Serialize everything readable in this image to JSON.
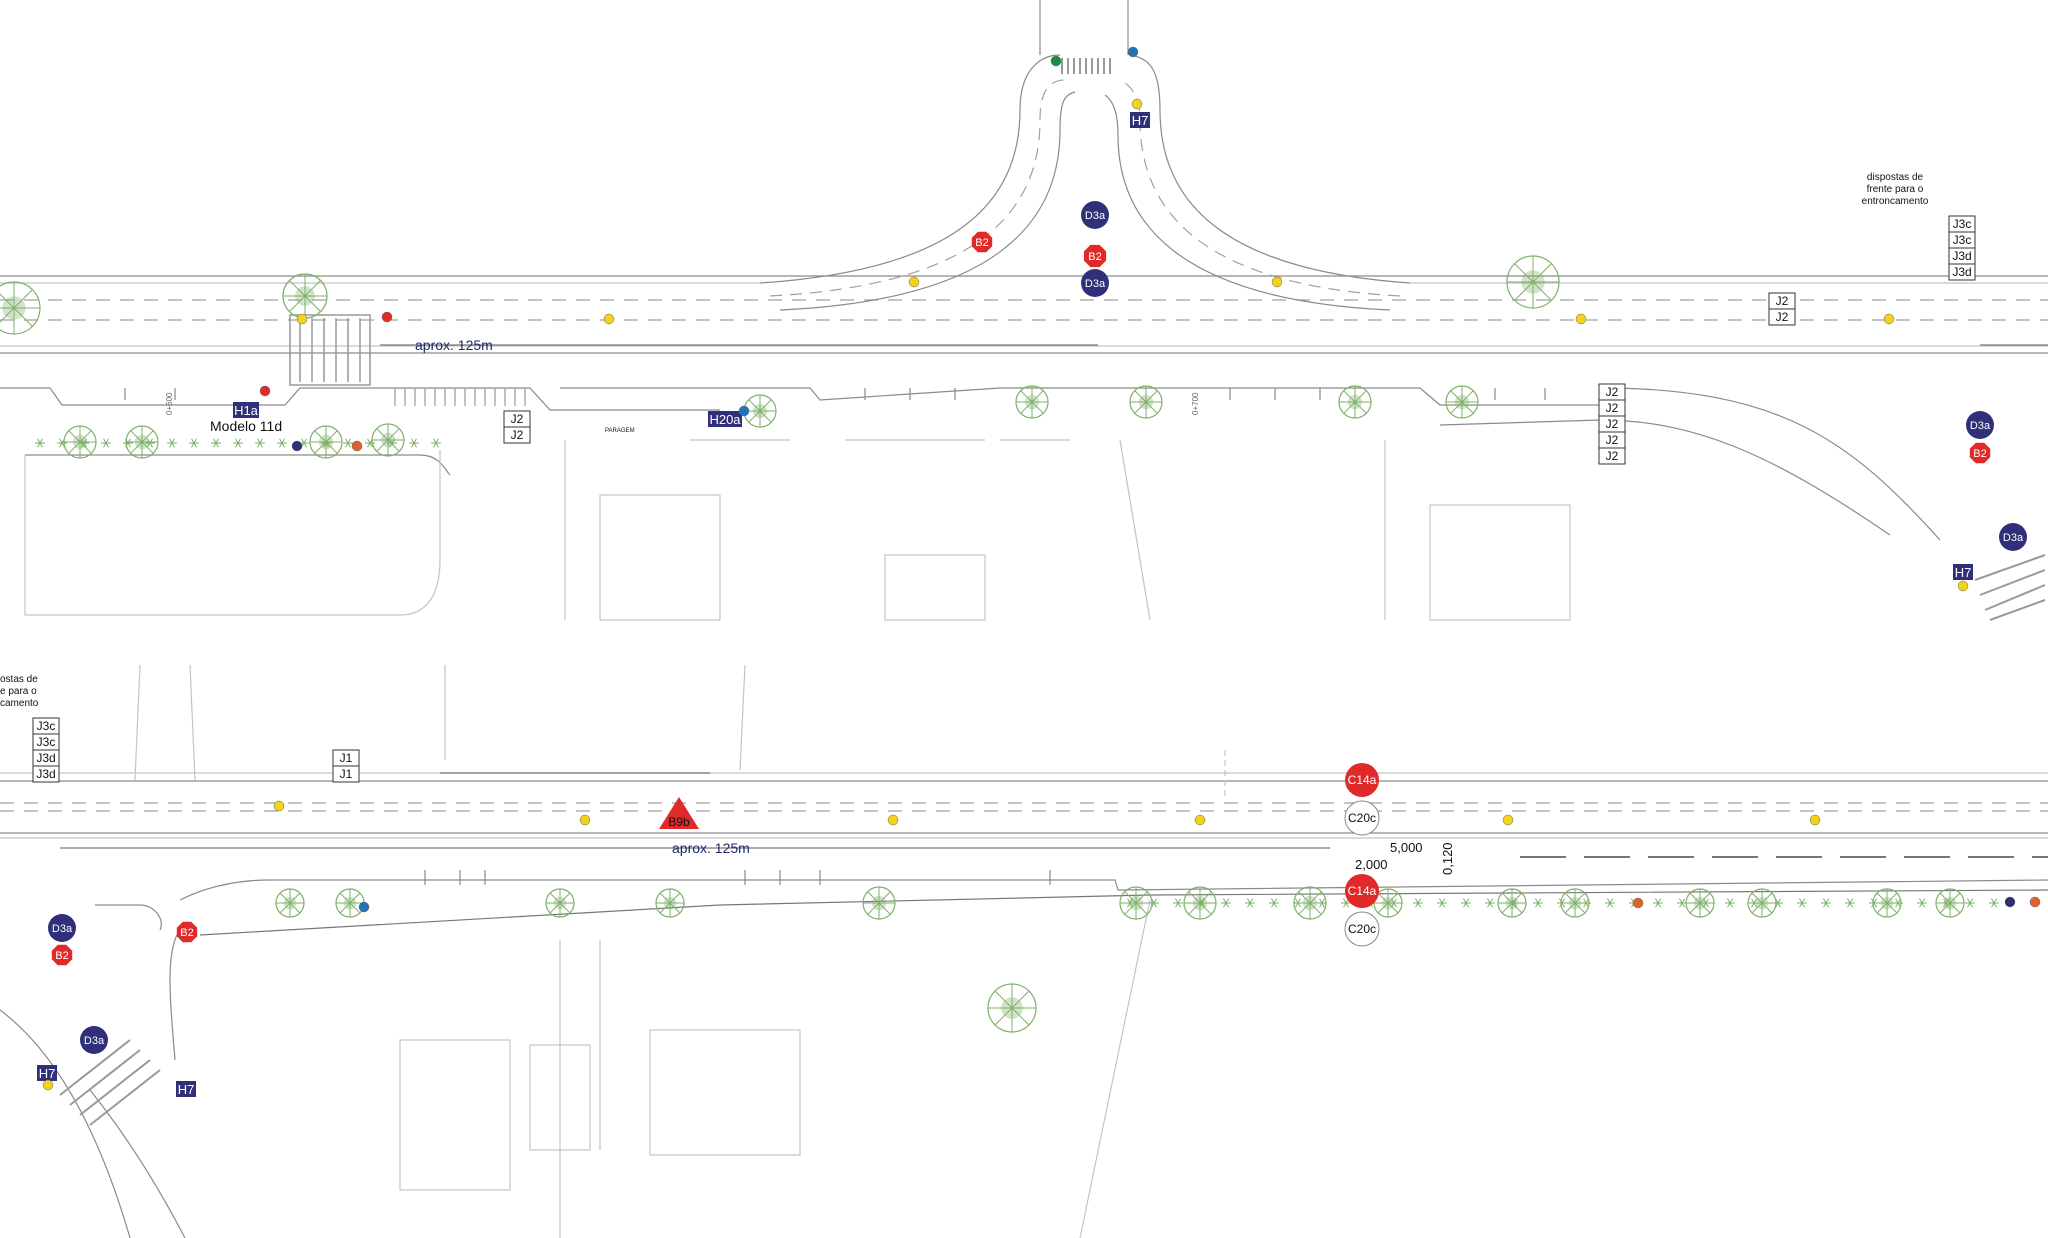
{
  "colors": {
    "line": "#8a8a8a",
    "line_light": "#c4c4c4",
    "navy": "#2f2f7a",
    "red": "#e02a2a",
    "yellow": "#f2d21b",
    "blue": "#1f73b7",
    "green": "#1a8a4a",
    "orange": "#e2612b",
    "tree": "#7fb069"
  },
  "labels": {
    "dist_top": "aprox. 125m",
    "dist_bottom": "aprox. 125m",
    "modelo": "Modelo 11d",
    "note_top": [
      "dispostas de",
      "frente para o",
      "entroncamento"
    ],
    "note_left": [
      "ostas de",
      "e para o",
      "camento"
    ],
    "dim_5000": "5,000",
    "dim_2000": "2,000",
    "dim_0120": "0,120",
    "paragem": "PARAGEM",
    "chainage_1": "0+600",
    "chainage_2": "0+700"
  },
  "signs_circle": [
    {
      "text": "D3a",
      "kind": "navy"
    },
    {
      "text": "B2",
      "kind": "red"
    },
    {
      "text": "D3a",
      "kind": "navy"
    },
    {
      "text": "D3a",
      "kind": "navy"
    },
    {
      "text": "B2",
      "kind": "red"
    },
    {
      "text": "D3a",
      "kind": "navy"
    },
    {
      "text": "D3a",
      "kind": "navy"
    },
    {
      "text": "B2",
      "kind": "red"
    },
    {
      "text": "D3a",
      "kind": "navy"
    },
    {
      "text": "C14a",
      "kind": "red"
    },
    {
      "text": "C20c",
      "kind": "white"
    },
    {
      "text": "C14a",
      "kind": "red"
    },
    {
      "text": "C20c",
      "kind": "white"
    },
    {
      "text": "B2",
      "kind": "red"
    },
    {
      "text": "B2",
      "kind": "red"
    }
  ],
  "signs_square": [
    "H7",
    "H7",
    "H1a",
    "H20a",
    "H7",
    "H7"
  ],
  "sign_triangle": "B9b",
  "signs_boxed": [
    "J3c",
    "J3c",
    "J3d",
    "J3d",
    "J2",
    "J2",
    "J2",
    "J2",
    "J2",
    "J2",
    "J2",
    "J2",
    "J2",
    "J3c",
    "J3c",
    "J3d",
    "J3d",
    "J1",
    "J1"
  ]
}
